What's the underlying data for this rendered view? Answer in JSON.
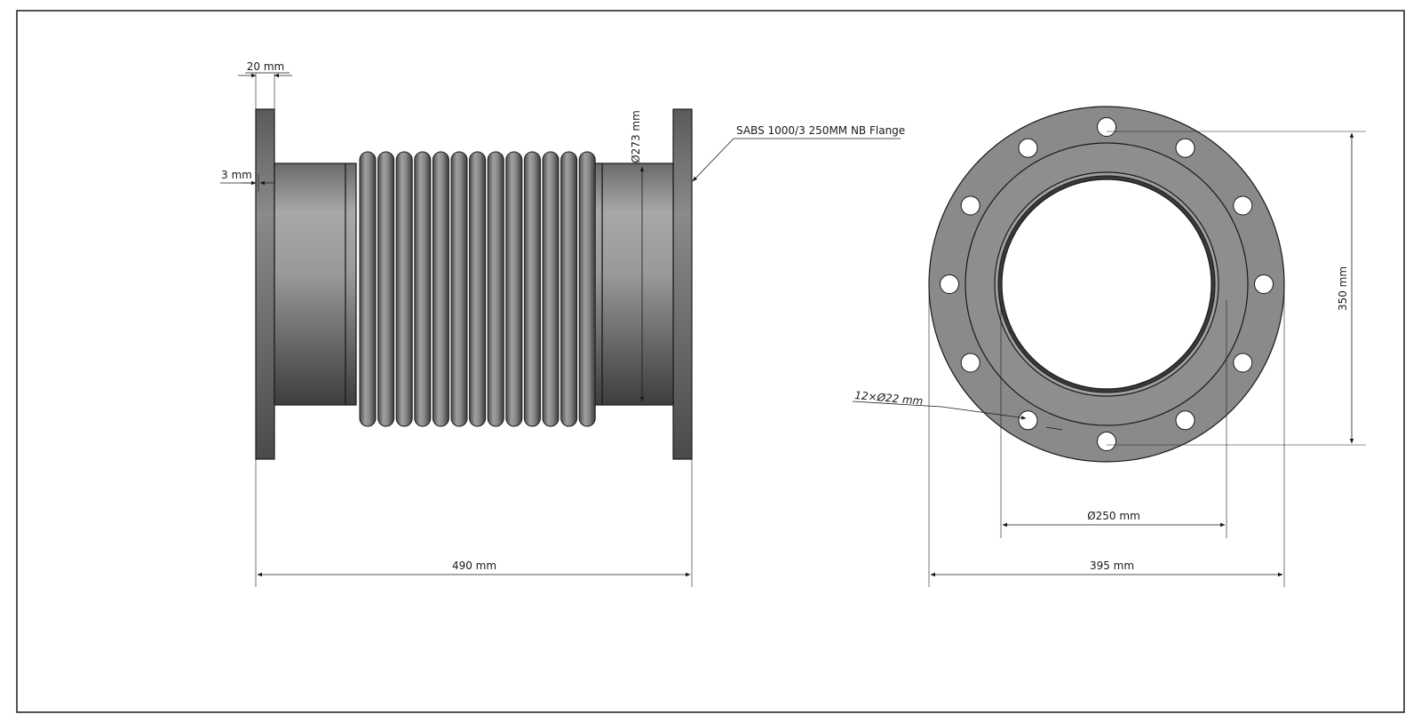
{
  "side_view": {
    "flange_thickness_label": "20 mm",
    "raised_face_label": "3 mm",
    "pipe_od_label": "Ø273 mm",
    "overall_length_label": "490 mm",
    "flange_callout": "SABS 1000/3 250MM NB Flange"
  },
  "end_view": {
    "pcd_label": "350 mm",
    "bolt_holes_label": "12×Ø22 mm",
    "bore_label": "Ø250 mm",
    "flange_od_label": "395 mm",
    "bolt_hole_count": 12
  },
  "colors": {
    "steel_dark": "#505050",
    "steel_mid": "#8a8a8a",
    "steel_light": "#b4b4b4",
    "flange_face": "#8c8c8c",
    "line": "#1a1a1a"
  }
}
